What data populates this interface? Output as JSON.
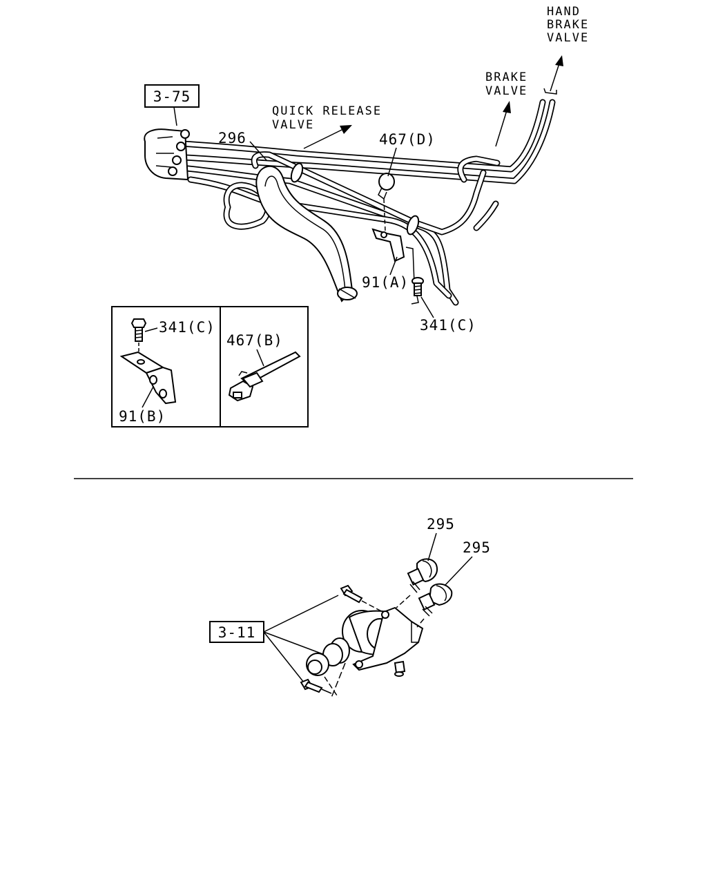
{
  "upper_diagram": {
    "refs": {
      "ref_3_75": "3-75"
    },
    "notes": {
      "hand_brake_valve": [
        "HAND",
        "BRAKE",
        "VALVE"
      ],
      "brake_valve": [
        "BRAKE",
        "VALVE"
      ],
      "quick_release_valve": [
        "QUICK RELEASE",
        "VALVE"
      ]
    },
    "labels": {
      "part_296": "296",
      "part_467d": "467(D)",
      "part_91a": "91(A)",
      "part_341c": "341(C)"
    },
    "detail_box": {
      "left_panel": {
        "bolt_label": "341(C)",
        "bracket_label": "91(B)"
      },
      "right_panel": {
        "clip_label": "467(B)"
      }
    }
  },
  "lower_diagram": {
    "refs": {
      "ref_3_11": "3-11"
    },
    "labels": {
      "part_295_a": "295",
      "part_295_b": "295"
    }
  }
}
